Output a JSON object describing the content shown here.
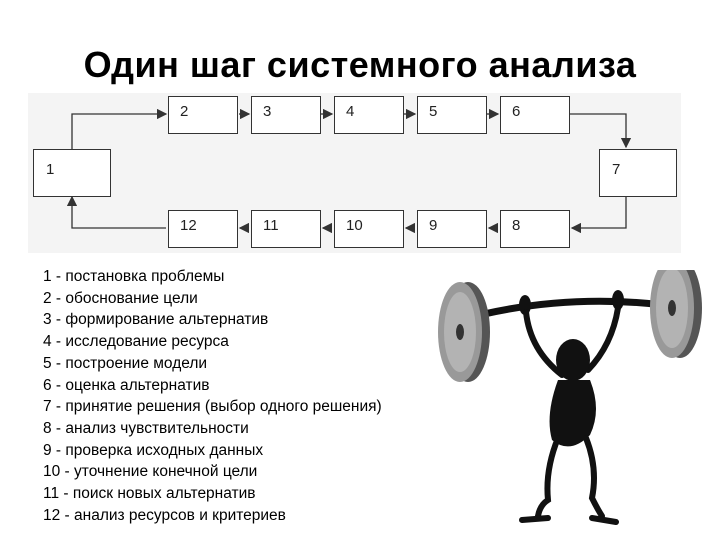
{
  "title": "Один шаг системного анализа",
  "steps": [
    "1",
    "2",
    "3",
    "4",
    "5",
    "6",
    "7",
    "8",
    "9",
    "10",
    "11",
    "12"
  ],
  "legend": [
    "1 - постановка проблемы",
    "2 - обоснование цели",
    "3 - формирование альтернатив",
    "4 - исследование ресурса",
    "5 - построение модели",
    "6 - оценка альтернатив",
    "7 - принятие решения (выбор одного решения)",
    "8 - анализ чувствительности",
    "9 - проверка исходных данных",
    "10 - уточнение конечной цели",
    "11 - поиск новых альтернатив",
    "12 - анализ ресурсов и критериев"
  ],
  "illustration": "weightlifter-stick-figure"
}
